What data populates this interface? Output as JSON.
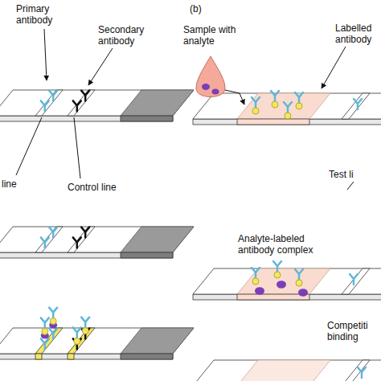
{
  "diagram": {
    "labels": [
      "Primary antibody",
      "Secondary antibody",
      "line",
      "Control line",
      "(b)",
      "Sample with analyte",
      "Labelled antibody",
      "Analyte-labeled antibody complex",
      "Test li",
      "Competiti binding"
    ]
  }
}
